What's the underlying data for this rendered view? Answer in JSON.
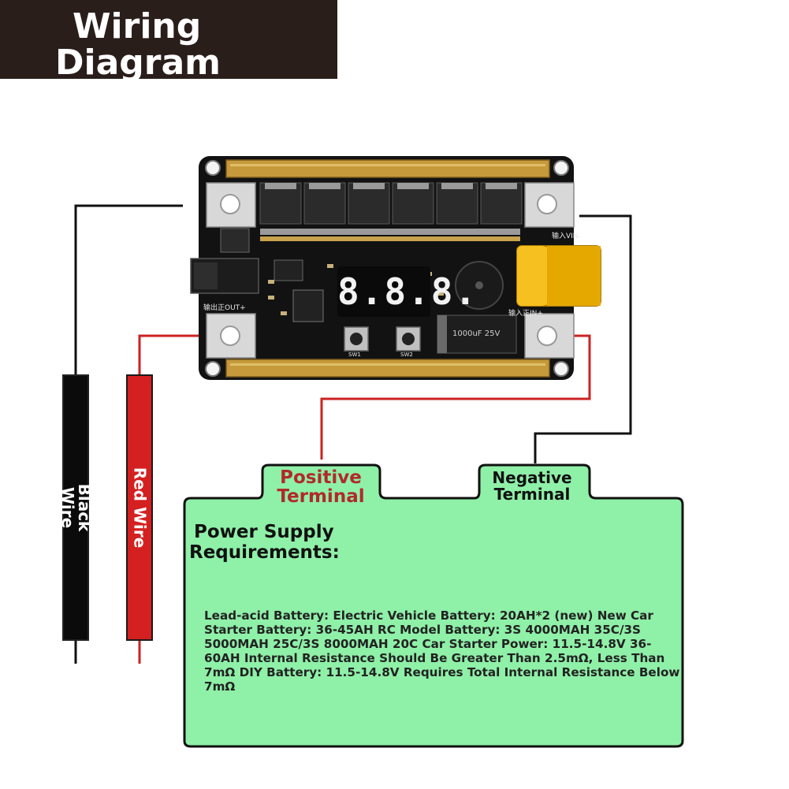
{
  "title": {
    "line1": "Wiring",
    "line2": "Diagram"
  },
  "probes": {
    "black_line1": "Black",
    "black_line2": "Wire",
    "red": "Red Wire"
  },
  "terminals": {
    "positive_line1": "Positive",
    "positive_line2": "Terminal",
    "negative_line1": "Negative",
    "negative_line2": "Terminal"
  },
  "requirements": {
    "heading_line1": "Power Supply",
    "heading_line2": "Requirements:",
    "body": "Lead-acid Battery: Electric Vehicle Battery: 20AH*2 (new) New Car Starter Battery: 36-45AH RC Model Battery: 3S 4000MAH 35C/3S 5000MAH 25C/3S 8000MAH 20C Car Starter Power: 11.5-14.8V 36-60AH Internal Resistance Should Be Greater Than 2.5mΩ, Less Than 7mΩ DIY Battery: 11.5-14.8V Requires Total Internal Resistance Below 7mΩ"
  },
  "board": {
    "display": "8.8.8.",
    "out_label": "输出正OUT+",
    "in_label": "输入正IN+",
    "vin_label": "输入VIN-",
    "sw1": "SW1",
    "sw2": "SW2",
    "cap_label": "1000uF 25V"
  },
  "colors": {
    "title_bg": "#2a1e1b",
    "panel_fill": "#8ff0a8",
    "positive_text": "#b02a2a",
    "red_wire": "#cc2222",
    "black_wire": "#111111"
  }
}
